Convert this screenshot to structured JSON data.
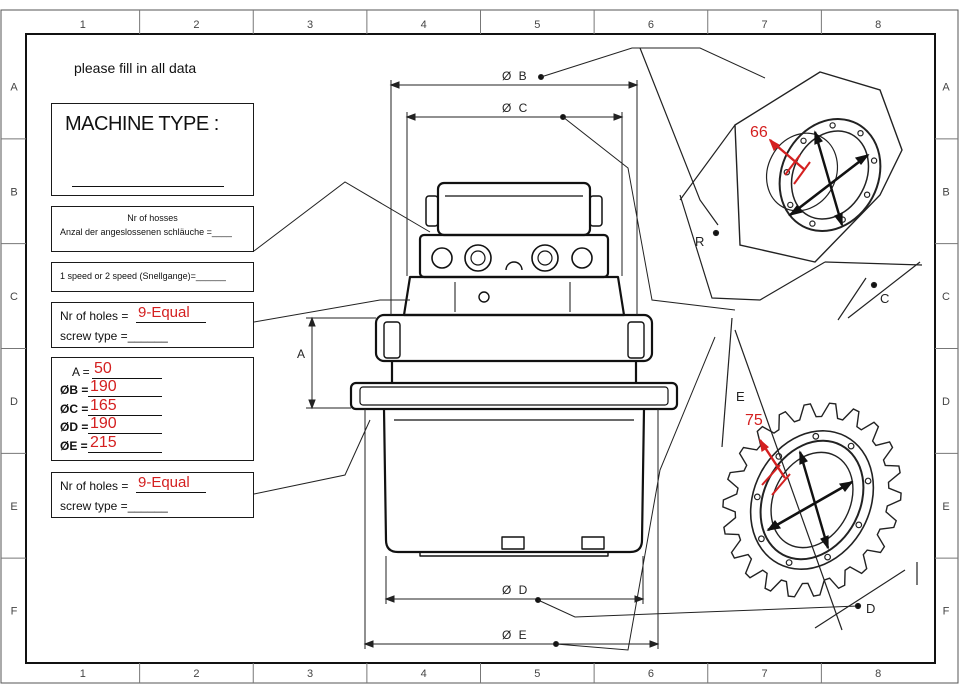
{
  "frame": {
    "columns": [
      "1",
      "2",
      "3",
      "4",
      "5",
      "6",
      "7",
      "8"
    ],
    "rows": [
      "A",
      "B",
      "C",
      "D",
      "E",
      "F"
    ]
  },
  "form": {
    "heading": "please fill in all data",
    "machine_type_label": "MACHINE TYPE :",
    "hoses_title": "Nr of hosses",
    "hoses_label": "Anzal der angeslossenen schläuche =____",
    "speed_label": "1 speed or 2 speed (Snellgange)=______",
    "holes1": {
      "label": "Nr of holes =",
      "value": "9-Equal",
      "screw_label": "screw type =______"
    },
    "dims": {
      "a": {
        "label": "A =",
        "value": "50"
      },
      "b": {
        "label": "ØB =",
        "value": "190"
      },
      "c": {
        "label": "ØC =",
        "value": "165"
      },
      "d": {
        "label": "ØD =",
        "value": "190"
      },
      "e": {
        "label": "ØE =",
        "value": "215"
      }
    },
    "holes2": {
      "label": "Nr of holes =",
      "value": "9-Equal",
      "screw_label": "screw type =______"
    }
  },
  "drawing": {
    "dim_b": "Ø B",
    "dim_c": "Ø C",
    "dim_d": "Ø D",
    "dim_e": "Ø E",
    "dim_a": "A",
    "iso_r": "R",
    "iso_c": "C",
    "iso_e": "E",
    "iso_d": "D",
    "annot_top": "66",
    "annot_bottom": "75"
  },
  "colors": {
    "annotation": "#d42020",
    "line": "#111111"
  }
}
